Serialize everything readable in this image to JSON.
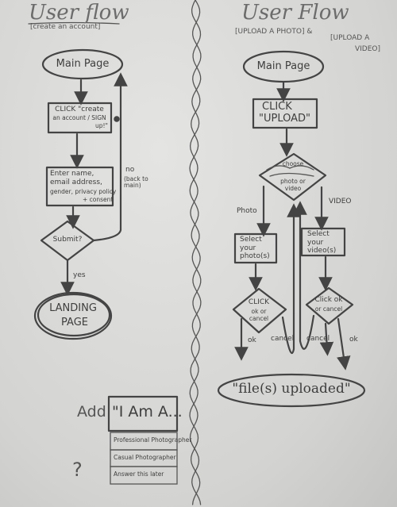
{
  "left": {
    "title": "User flow",
    "subtitle": "[create an account]",
    "main_page": "Main Page",
    "click_line1": "CLICK \"create",
    "click_line2": "an account / SIGN",
    "click_line3": "up!\"",
    "enter_line1": "Enter name,",
    "enter_line2": "email address,",
    "enter_line3": "gender, privacy policy",
    "enter_line4": "+ consent",
    "submit": "Submit?",
    "no_label": "no",
    "back_label": "(back to main)",
    "yes_label": "yes",
    "landing_line1": "LANDING",
    "landing_line2": "PAGE"
  },
  "right": {
    "title": "User Flow",
    "subtitle_line1": "[UPLOAD A PHOTO] &",
    "subtitle_line2": "[UPLOAD A",
    "subtitle_line3": "VIDEO]",
    "main_page": "Main Page",
    "click_line1": "CLICK",
    "click_line2": "\"UPLOAD\"",
    "choose_line1": "choose",
    "choose_line2": "photo or",
    "choose_line3": "video",
    "photo_label": "Photo",
    "video_label": "VIDEO",
    "select_photo_line1": "Select",
    "select_photo_line2": "your",
    "select_photo_line3": "photo(s)",
    "select_video_line1": "Select",
    "select_video_line2": "your",
    "select_video_line3": "video(s)",
    "click_ok_line1": "CLICK",
    "click_ok_line2": "ok or",
    "click_ok_line3": "cancel",
    "click_ok2_line1": "Click ok",
    "click_ok2_line2": "or cancel",
    "ok_left": "ok",
    "cancel_left": "cancel",
    "cancel_right": "cancel",
    "ok_right": "ok",
    "uploaded": "\"file(s) uploaded\""
  },
  "sidebar": {
    "add_label": "Add",
    "iam_label": "\"I Am A...",
    "options": [
      "Professional Photographer",
      "Casual Photographer",
      "Answer this later"
    ],
    "question_mark": "?"
  }
}
